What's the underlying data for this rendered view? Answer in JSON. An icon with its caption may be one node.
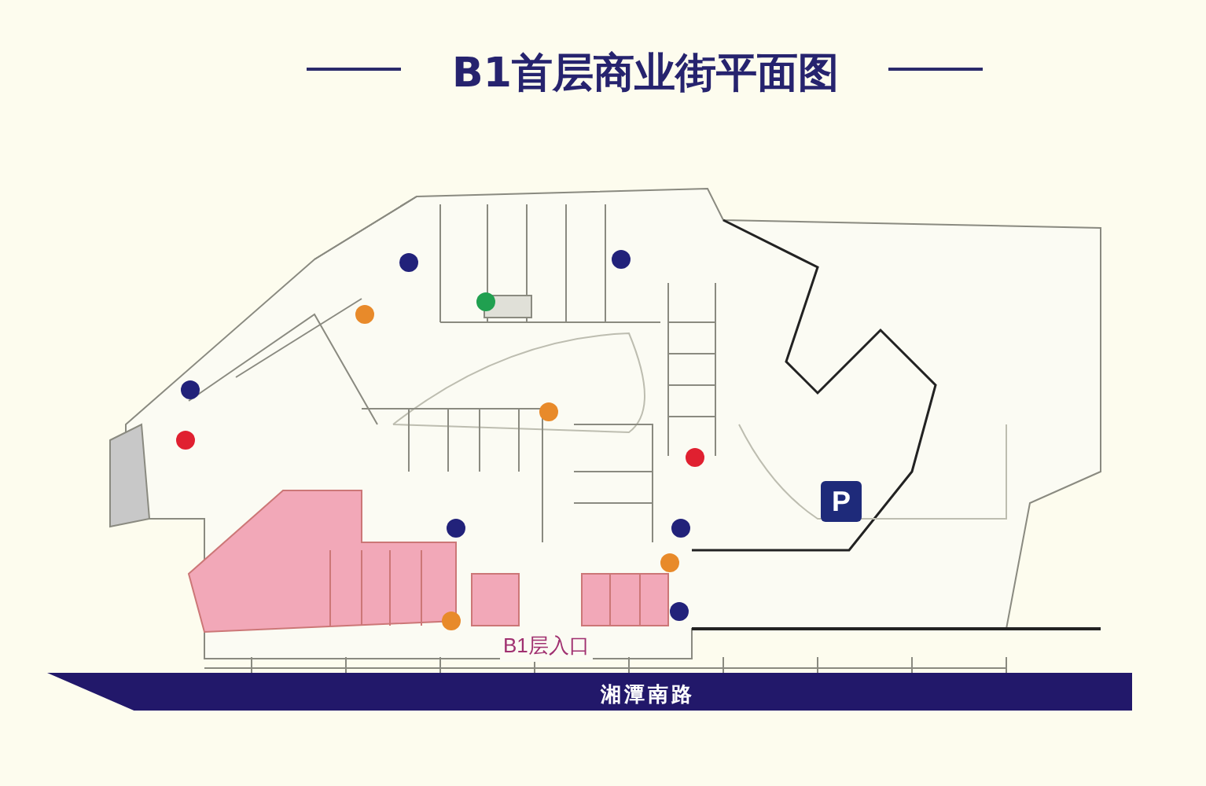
{
  "diagram": {
    "title": "B1首层商业街平面图",
    "labels": [
      "P",
      "B1层入口",
      "湘潭南路"
    ]
  }
}
